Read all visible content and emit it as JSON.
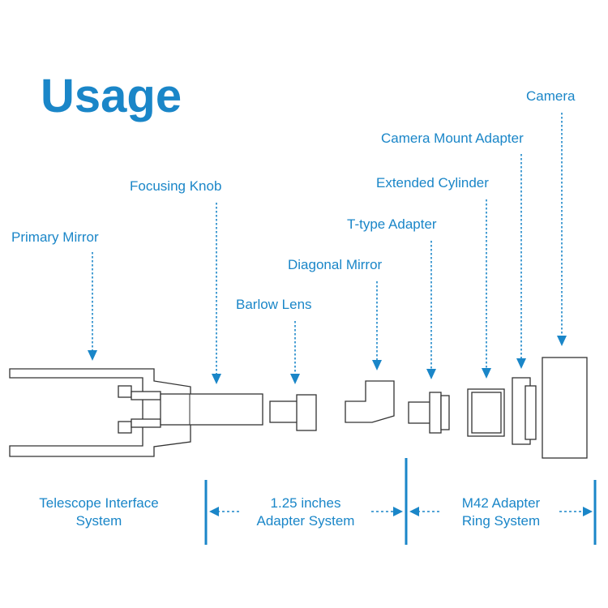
{
  "title": "Usage",
  "components": [
    {
      "id": "primary-mirror",
      "label": "Primary Mirror"
    },
    {
      "id": "focusing-knob",
      "label": "Focusing Knob"
    },
    {
      "id": "barlow-lens",
      "label": "Barlow Lens"
    },
    {
      "id": "diagonal-mirror",
      "label": "Diagonal Mirror"
    },
    {
      "id": "t-type-adapter",
      "label": "T-type Adapter"
    },
    {
      "id": "extended-cylinder",
      "label": "Extended Cylinder"
    },
    {
      "id": "camera-mount-adapter",
      "label": "Camera Mount Adapter"
    },
    {
      "id": "camera",
      "label": "Camera"
    }
  ],
  "systems": [
    {
      "line1": "Telescope Interface",
      "line2": "System"
    },
    {
      "line1": "1.25 inches",
      "line2": "Adapter System"
    },
    {
      "line1": "M42 Adapter",
      "line2": "Ring System"
    }
  ],
  "colors": {
    "accent": "#1a86c8",
    "outline": "#333333"
  }
}
